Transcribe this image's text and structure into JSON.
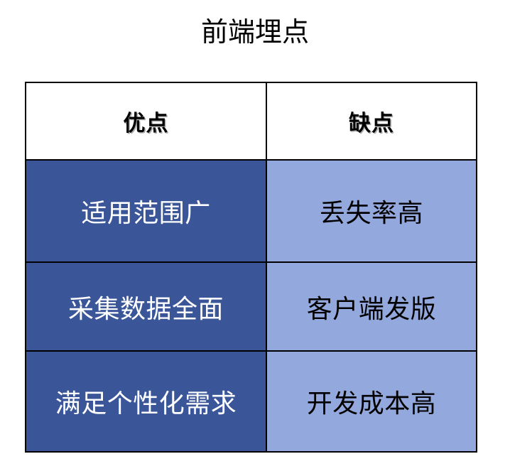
{
  "title": "前端埋点",
  "table": {
    "columns": [
      {
        "key": "pros",
        "header": "优点"
      },
      {
        "key": "cons",
        "header": "缺点"
      }
    ],
    "rows": [
      {
        "pros": "适用范围广",
        "cons": "丢失率高"
      },
      {
        "pros": "采集数据全面",
        "cons": "客户端发版"
      },
      {
        "pros": "满足个性化需求",
        "cons": "开发成本高"
      }
    ]
  },
  "colors": {
    "page_background": "#ffffff",
    "header_background": "#ffffff",
    "header_text": "#000000",
    "pros_cell_background": "#3a5699",
    "pros_cell_text": "#ffffff",
    "cons_cell_background": "#93a8dd",
    "cons_cell_text": "#000000",
    "border": "#000000",
    "title_text": "#000000"
  }
}
